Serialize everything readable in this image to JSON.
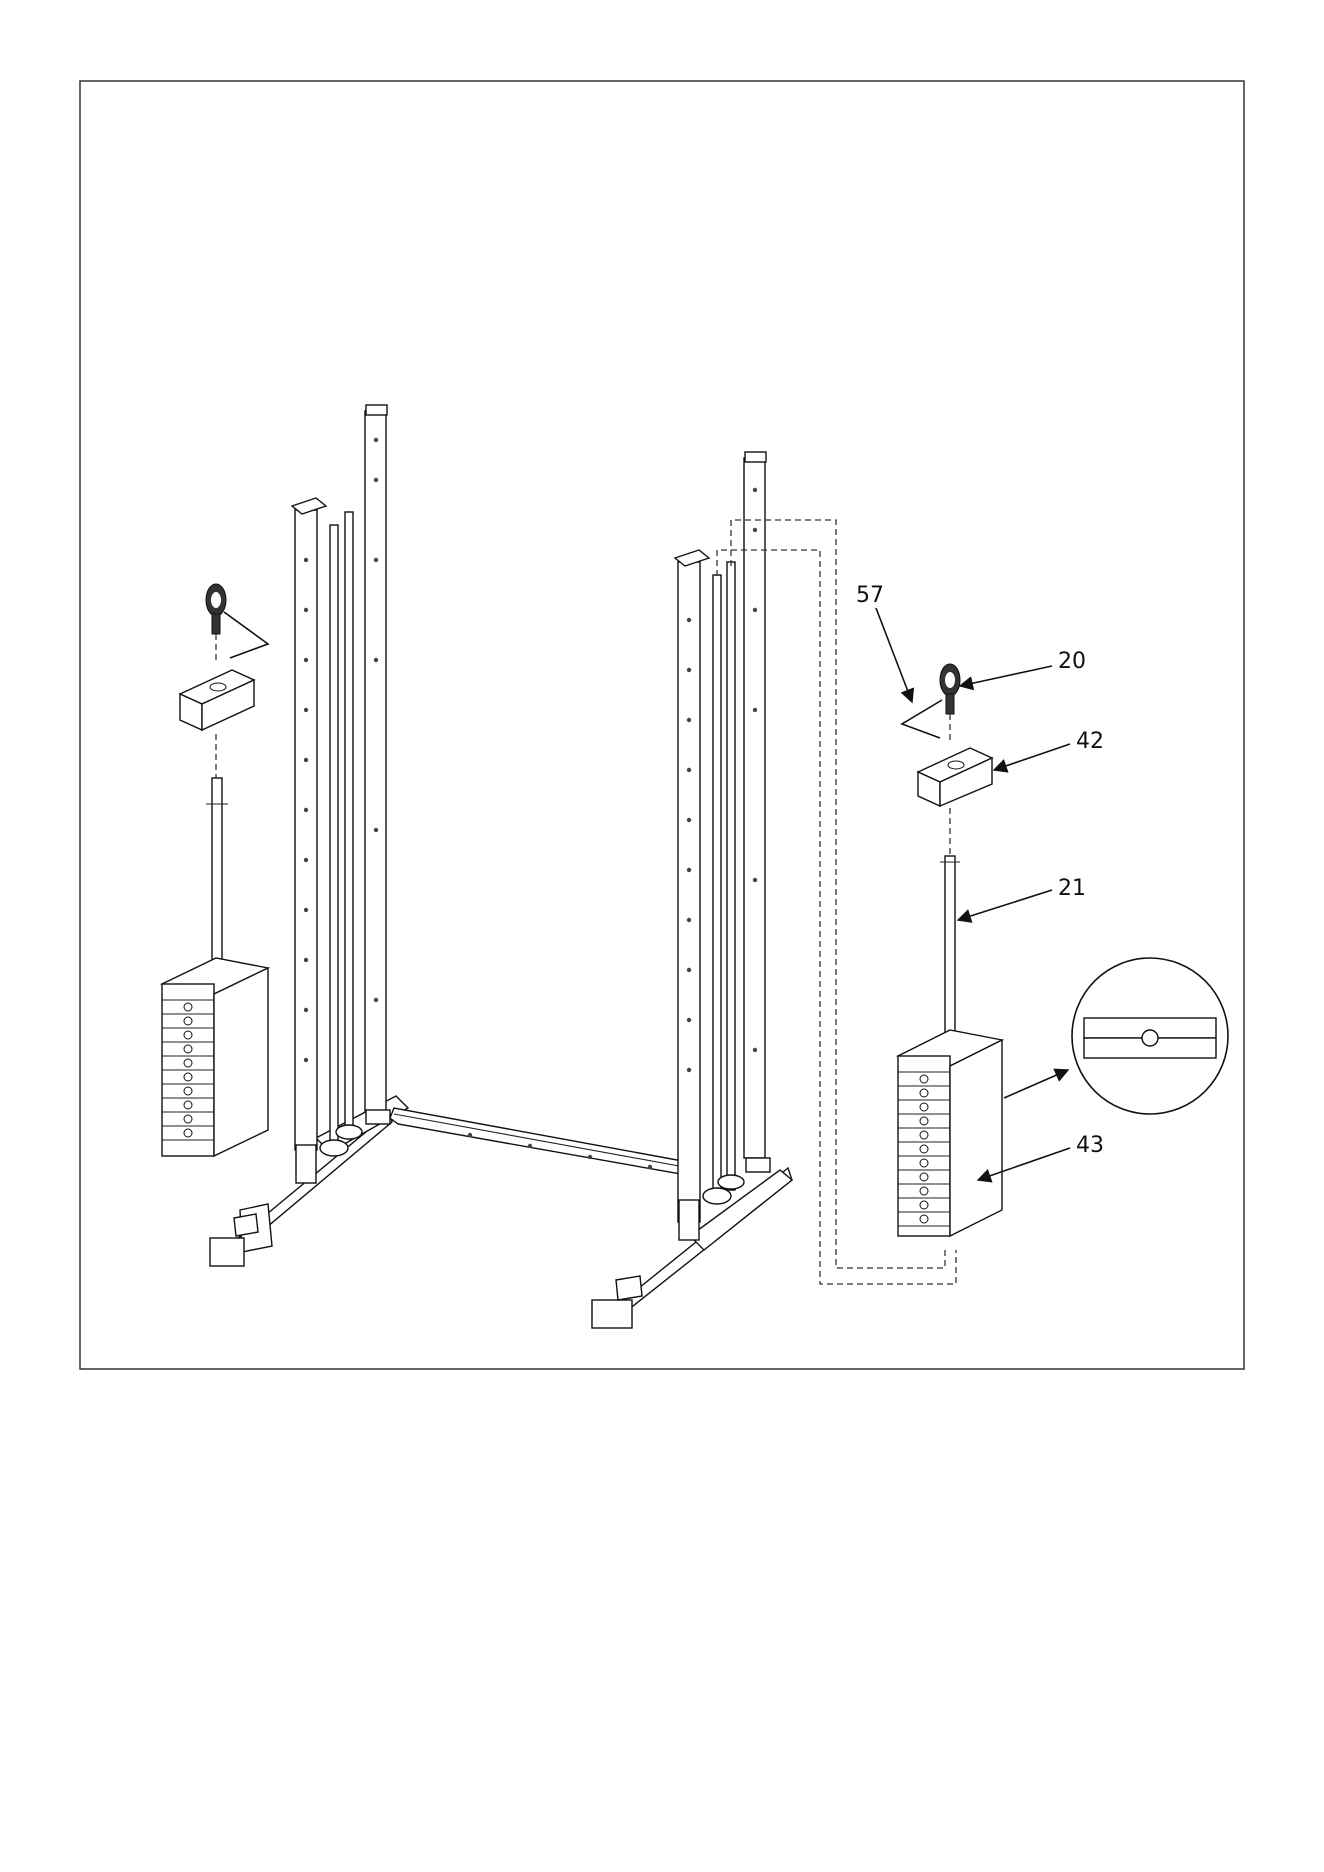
{
  "callouts": [
    {
      "id": "57",
      "text": "57"
    },
    {
      "id": "20",
      "text": "20"
    },
    {
      "id": "42",
      "text": "42"
    },
    {
      "id": "21",
      "text": "21"
    },
    {
      "id": "43",
      "text": "43"
    }
  ]
}
